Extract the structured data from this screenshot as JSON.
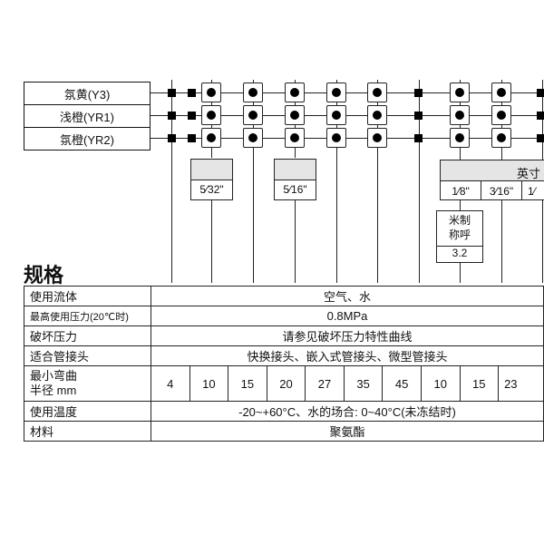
{
  "colors": [
    {
      "label": "氛黄(Y3)"
    },
    {
      "label": "浅橙(YR1)"
    },
    {
      "label": "氛橙(YR2)"
    }
  ],
  "imperial_header": "英寸",
  "small_sizes": [
    "5⁄32\"",
    "5⁄16\""
  ],
  "imperial_sizes": [
    "1⁄8\"",
    "3⁄16\"",
    "1⁄"
  ],
  "metric_box": {
    "line1": "米制",
    "line2": "称呼",
    "value": "3.2"
  },
  "section_title": "规格",
  "spec": {
    "fluid": {
      "label": "使用流体",
      "value": "空气、水"
    },
    "pressure": {
      "label": "最高使用压力(20℃时)",
      "value": "0.8MPa"
    },
    "burst": {
      "label": "破坏压力",
      "value": "请参见破坏压力特性曲线"
    },
    "fittings": {
      "label": "适合管接头",
      "value": "快换接头、嵌入式管接头、微型管接头"
    },
    "bend": {
      "label_line1": "最小弯曲",
      "label_line2": "半径 mm",
      "values": [
        "4",
        "10",
        "15",
        "20",
        "27",
        "35",
        "45",
        "10",
        "15",
        "23"
      ]
    },
    "temperature": {
      "label": "使用温度",
      "value": "-20~+60°C、水的场合: 0~40°C(未冻结时)"
    },
    "material": {
      "label": "材料",
      "value": "聚氨酯"
    }
  }
}
